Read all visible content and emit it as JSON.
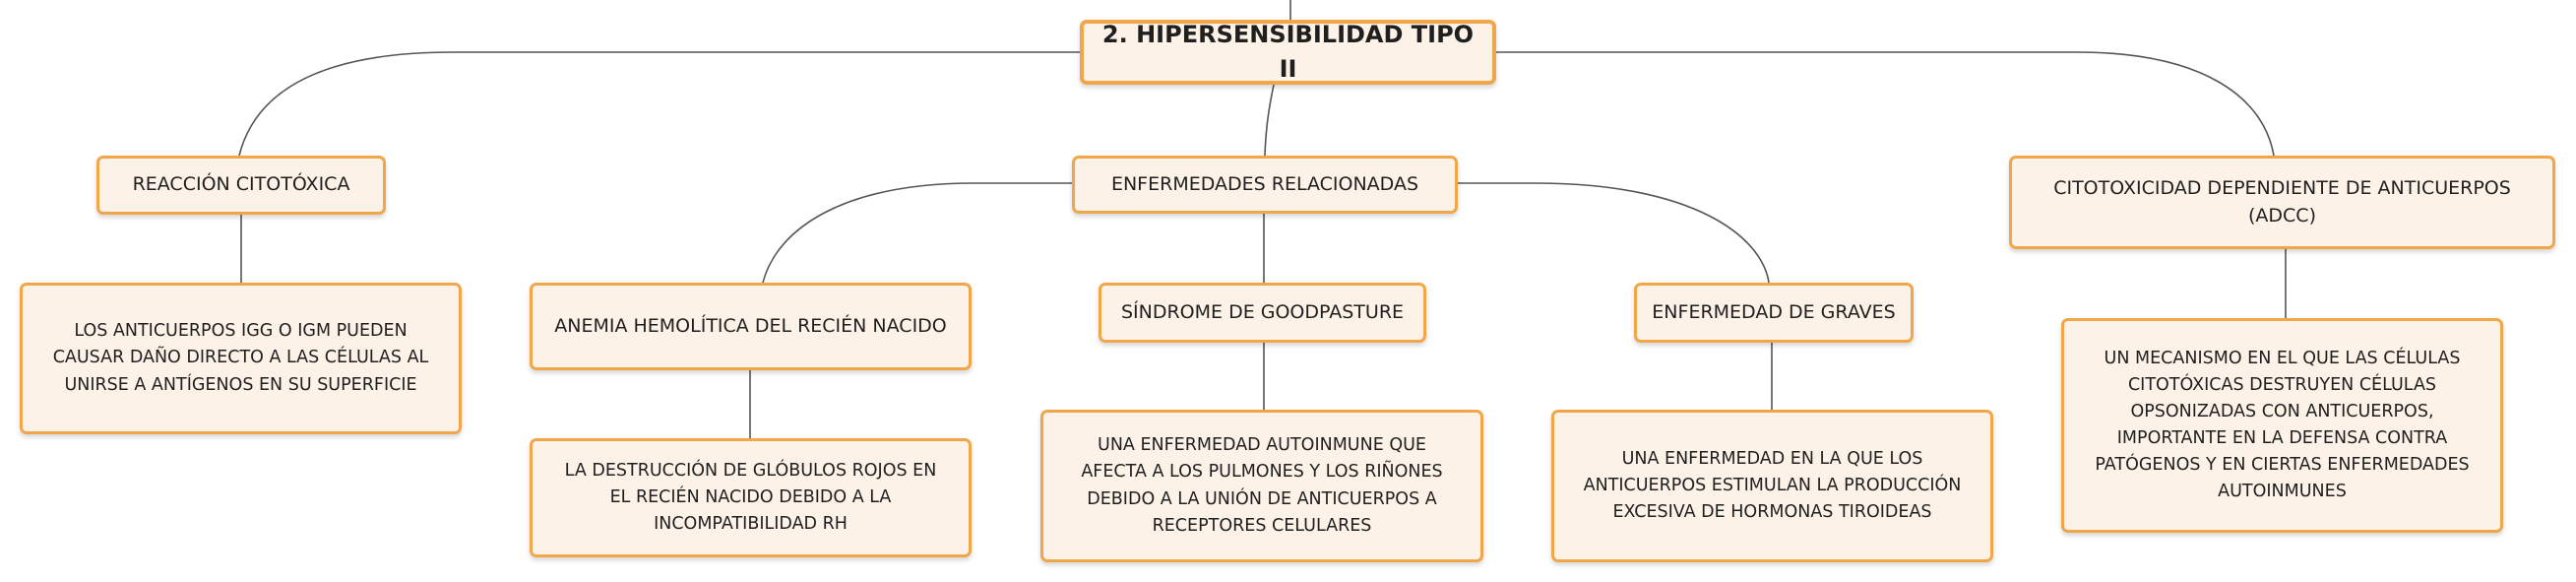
{
  "root": {
    "label": "2. HIPERSENSIBILIDAD TIPO II"
  },
  "branches": {
    "reaccion": {
      "label": "REACCIÓN CITOTÓXICA",
      "detail": "LOS ANTICUERPOS IGG O IGM PUEDEN CAUSAR DAÑO DIRECTO A LAS CÉLULAS AL UNIRSE A ANTÍGENOS EN SU SUPERFICIE"
    },
    "enfermedades": {
      "label": "ENFERMEDADES RELACIONADAS",
      "items": [
        {
          "label": "ANEMIA HEMOLÍTICA DEL RECIÉN NACIDO",
          "detail": "LA DESTRUCCIÓN DE GLÓBULOS ROJOS EN EL RECIÉN NACIDO DEBIDO A LA INCOMPATIBILIDAD RH"
        },
        {
          "label": "SÍNDROME DE GOODPASTURE",
          "detail": "UNA ENFERMEDAD AUTOINMUNE QUE AFECTA A LOS PULMONES Y LOS RIÑONES DEBIDO A LA UNIÓN DE ANTICUERPOS A RECEPTORES CELULARES"
        },
        {
          "label": "ENFERMEDAD DE GRAVES",
          "detail": "UNA ENFERMEDAD EN LA QUE LOS ANTICUERPOS ESTIMULAN LA PRODUCCIÓN EXCESIVA DE HORMONAS TIROIDEAS"
        }
      ]
    },
    "adcc": {
      "label": "CITOTOXICIDAD DEPENDIENTE DE ANTICUERPOS (ADCC)",
      "detail": "UN MECANISMO EN EL QUE LAS CÉLULAS CITOTÓXICAS DESTRUYEN CÉLULAS OPSONIZADAS CON ANTICUERPOS, IMPORTANTE EN LA DEFENSA CONTRA PATÓGENOS Y EN CIERTAS ENFERMEDADES AUTOINMUNES"
    }
  },
  "colors": {
    "node_fill": "#fdf2e7",
    "node_border": "#f2a64a",
    "connector": "#555555"
  }
}
